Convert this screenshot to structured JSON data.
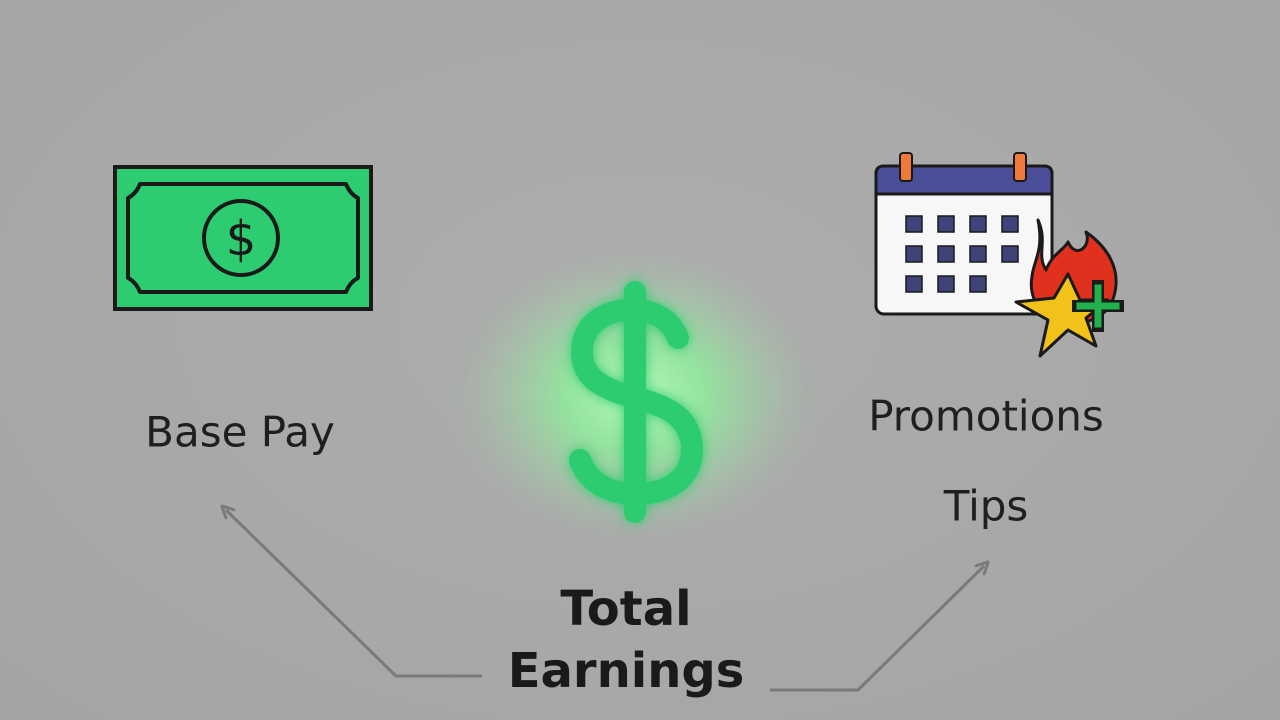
{
  "labels": {
    "base_pay": "Base Pay",
    "promotions": "Promotions",
    "tips": "Tips",
    "total_line1": "Total",
    "total_line2": "Earnings"
  },
  "icons": {
    "left": "dollar-bill-icon",
    "center": "dollar-sign-icon",
    "right": "calendar-promotion-icon"
  },
  "colors": {
    "background": "#a8a8a8",
    "money_green": "#2ecc71",
    "glow_green": "#8cf59a",
    "calendar_header": "#4b4f9a",
    "flame_red": "#e0301e",
    "star_yellow": "#f2c21b",
    "plus_green": "#22b14c",
    "arrow_gray": "#7a7a7a"
  }
}
